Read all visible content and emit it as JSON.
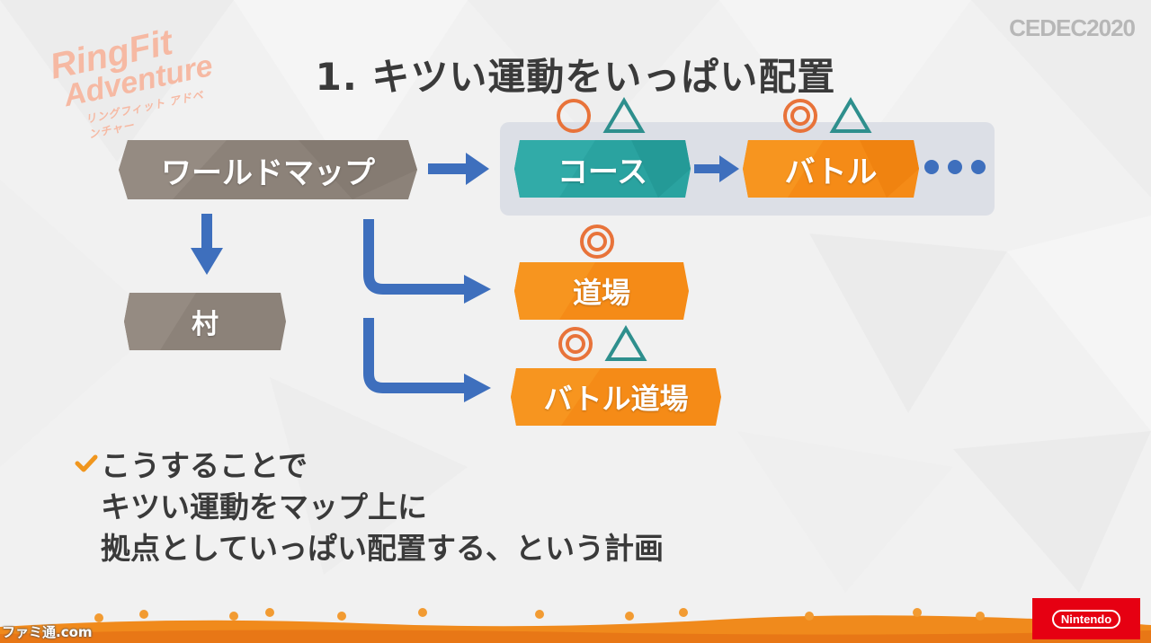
{
  "branding": {
    "logo_line1": "RingFit",
    "logo_line2": "Adventure",
    "logo_line3": "リングフィット アドベンチャー",
    "event": "CEDEC2020",
    "publisher": "Nintendo",
    "watermark": "ファミ通.com"
  },
  "slide": {
    "title": "1. キツい運動をいっぱい配置"
  },
  "diagram": {
    "nodes": {
      "world_map": "ワールドマップ",
      "village": "村",
      "course": "コース",
      "battle": "バトル",
      "dojo": "道場",
      "battle_dojo": "バトル道場"
    },
    "marks": {
      "course": [
        "○",
        "△"
      ],
      "battle": [
        "◎",
        "△"
      ],
      "dojo": [
        "◎"
      ],
      "battle_dojo": [
        "◎",
        "△"
      ]
    },
    "continuation": "•••"
  },
  "bullet": {
    "lines": [
      "こうすることで",
      "キツい運動をマップ上に",
      "拠点としていっぱい配置する、という計画"
    ]
  },
  "colors": {
    "brown": "#8c8279",
    "teal": "#2aa3a0",
    "orange": "#f58b17",
    "arrow_blue": "#3e6fbd",
    "mark_orange": "#e8733a",
    "mark_teal": "#2e8f8d"
  }
}
